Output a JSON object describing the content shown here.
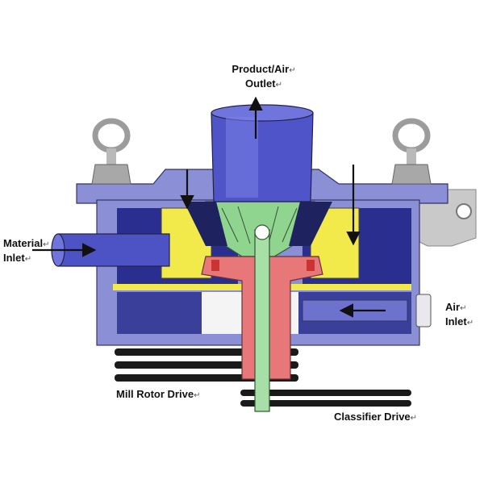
{
  "labels": {
    "product_air_outlet": {
      "line1": "Product/Air",
      "line2": "Outlet",
      "mark": "↵"
    },
    "material_inlet": {
      "line1": "Material",
      "line2": "Inlet",
      "mark": "↵"
    },
    "air_inlet": {
      "line1": "Air",
      "line2": "Inlet",
      "mark": "↵"
    },
    "mill_rotor_drive": {
      "text": "Mill Rotor Drive",
      "mark": "↵"
    },
    "classifier_drive": {
      "text": "Classifier Drive",
      "mark": "↵"
    }
  },
  "colors": {
    "housing": "#8a8fd6",
    "housing_dark": "#3a3f9a",
    "housing_outline": "#222244",
    "cavity": "#2a2f8f",
    "outlet_pipe": "#4f55c8",
    "yellow_liner": "#f2e94a",
    "classifier_green": "#8fd48f",
    "rotor_red": "#e8777a",
    "shaft_green": "#a7e0a7",
    "bracket": "#c9c9c9",
    "eyebolt": "#b9b9b9",
    "belt": "#1a1a1a"
  },
  "icons": {
    "eyebolt_left": "lifting-eyebolt-icon",
    "eyebolt_right": "lifting-eyebolt-icon"
  }
}
